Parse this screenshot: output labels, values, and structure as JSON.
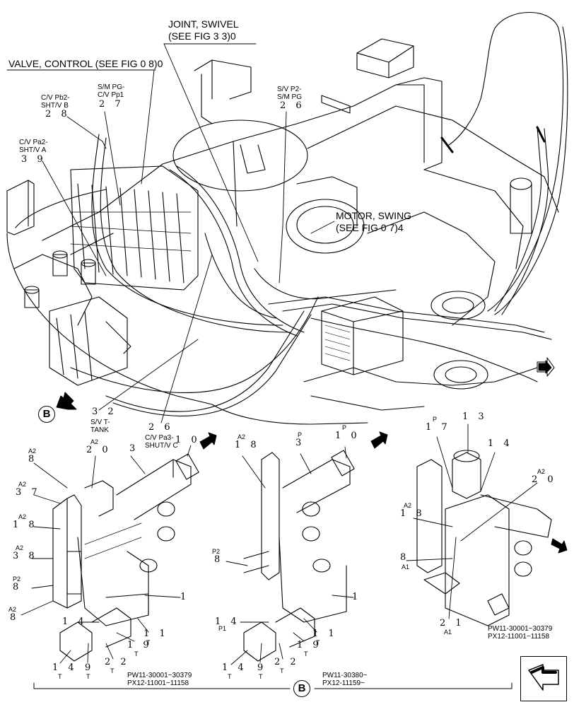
{
  "callouts": {
    "joint_swivel": [
      "JOINT, SWIVEL",
      "(SEE FIG 3 3)0"
    ],
    "valve_control": "VALVE, CONTROL (SEE FIG 0 8)0",
    "motor_swing": [
      "MOTOR, SWING",
      "(SEE FIG 0 7)4"
    ]
  },
  "top_labels": [
    {
      "id": "28",
      "lines": [
        "C/V Pb2-",
        "SHT/V B"
      ],
      "num": "2 8"
    },
    {
      "id": "27",
      "lines": [
        "S/M PG-",
        "C/V Pp1"
      ],
      "num": "2 7"
    },
    {
      "id": "39",
      "lines": [
        "C/V Pa2-",
        "SHT/V A"
      ],
      "num": "3 9"
    },
    {
      "id": "26",
      "lines": [
        "S/V P2-",
        "S/M PG"
      ],
      "num": "2 6"
    },
    {
      "id": "32",
      "lines": [
        "S/V T-",
        "TANK"
      ],
      "num": "3 2"
    },
    {
      "id": "26b",
      "lines": [
        "C/V Pa3-",
        "SHUT/V C"
      ],
      "num": "2 6"
    }
  ],
  "circle_label": "B",
  "left_detail": {
    "labels": [
      {
        "id": "a2_8_top",
        "port": "A2",
        "num": "8"
      },
      {
        "id": "a2_37",
        "port": "A2",
        "num": "3 7"
      },
      {
        "id": "a2_18",
        "port": "A2",
        "num": "1 8"
      },
      {
        "id": "a2_38",
        "port": "A2",
        "num": "3 8"
      },
      {
        "id": "p2_8",
        "port": "P2",
        "num": "8"
      },
      {
        "id": "a2_8_bot",
        "port": "A2",
        "num": "8"
      },
      {
        "id": "a2_20",
        "port": "A2",
        "num": "2 0"
      },
      {
        "id": "n3",
        "port": "",
        "num": "3"
      },
      {
        "id": "n10",
        "port": "",
        "num": "1 0"
      },
      {
        "id": "n1",
        "port": "",
        "num": "1"
      },
      {
        "id": "n14",
        "port": "",
        "num": "1 4"
      },
      {
        "id": "n11",
        "port": "T",
        "num": "1 1"
      },
      {
        "id": "n19",
        "port": "T",
        "num": "1 9"
      },
      {
        "id": "n22",
        "port": "T",
        "num": "2 2"
      },
      {
        "id": "n14b",
        "port": "T",
        "num": "1 4"
      },
      {
        "id": "n9",
        "port": "T",
        "num": "9"
      }
    ],
    "serial": [
      "PW11-30001~30379",
      "PX12-11001~11158"
    ]
  },
  "middle_detail": {
    "labels": [
      {
        "id": "a2_18",
        "port": "A2",
        "num": "1 8"
      },
      {
        "id": "p3",
        "port": "P",
        "num": "3"
      },
      {
        "id": "p10",
        "port": "P",
        "num": "1 0"
      },
      {
        "id": "p2_8",
        "port": "P2",
        "num": "8"
      },
      {
        "id": "n1",
        "port": "",
        "num": "1"
      },
      {
        "id": "p1_14",
        "port": "P1",
        "num": "1 4"
      },
      {
        "id": "n11",
        "port": "T",
        "num": "1 1"
      },
      {
        "id": "n19",
        "port": "T",
        "num": "1 9"
      },
      {
        "id": "n22",
        "port": "T",
        "num": "2 2"
      },
      {
        "id": "n14",
        "port": "T",
        "num": "1 4"
      },
      {
        "id": "n9",
        "port": "T",
        "num": "9"
      }
    ],
    "serial": [
      "PW11-30380~",
      "PX12-11159~"
    ]
  },
  "right_detail": {
    "labels": [
      {
        "id": "p17",
        "port": "P",
        "num": "1 7"
      },
      {
        "id": "n13",
        "port": "",
        "num": "1 3"
      },
      {
        "id": "n14",
        "port": "",
        "num": "1 4"
      },
      {
        "id": "a2_20",
        "port": "A2",
        "num": "2 0"
      },
      {
        "id": "a2_18",
        "port": "A2",
        "num": "1 8"
      },
      {
        "id": "a1_8",
        "port": "A1",
        "num": "8"
      },
      {
        "id": "a1_21",
        "port": "A1",
        "num": "2 1"
      }
    ],
    "serial": [
      "PW11-30001~30379",
      "PX12-11001~11158"
    ]
  },
  "icons": [
    "flow-arrow-icon",
    "back-navigation-icon"
  ]
}
